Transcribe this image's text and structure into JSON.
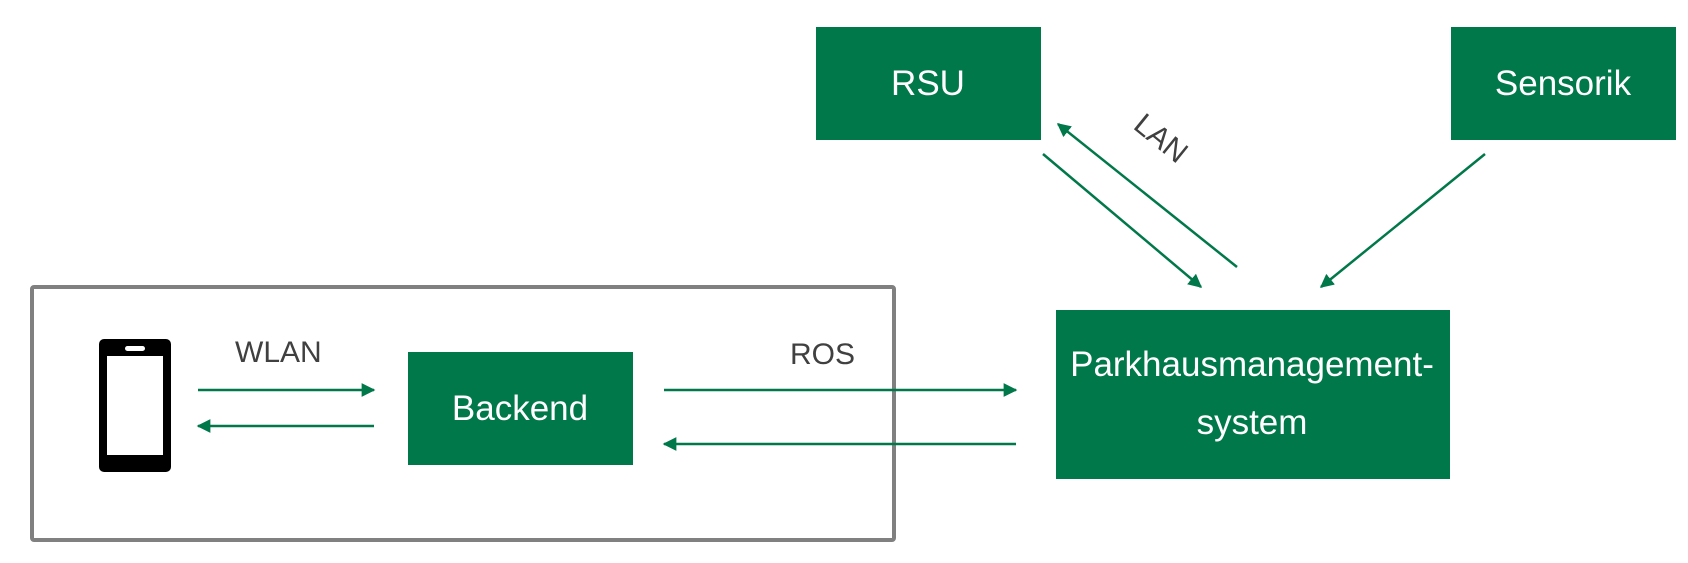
{
  "colors": {
    "node_fill": "#00784a",
    "arrow": "#00784a",
    "frame": "#808080",
    "phone": "#000000",
    "edge_text": "#404040"
  },
  "nodes": {
    "rsu": "RSU",
    "sensorik": "Sensorik",
    "backend": "Backend",
    "pms_line1": "Parkhausmanagement-",
    "pms_line2": "system"
  },
  "edges": {
    "wlan": "WLAN",
    "ros": "ROS",
    "lan": "LAN"
  },
  "icons": {
    "device": "smartphone-icon"
  }
}
